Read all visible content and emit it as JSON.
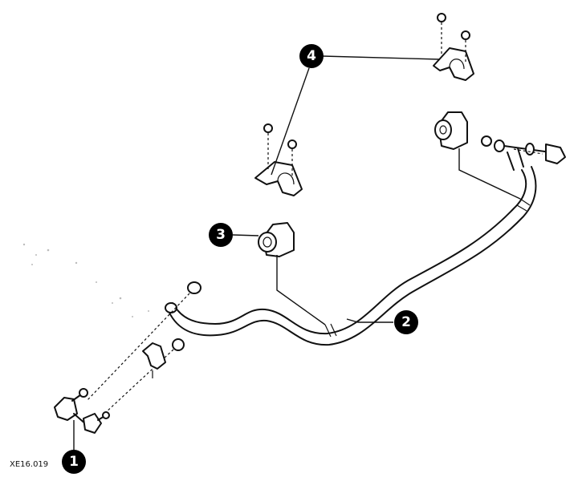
{
  "callouts": [
    {
      "id": "1",
      "label": "1"
    },
    {
      "id": "2",
      "label": "2"
    },
    {
      "id": "3",
      "label": "3"
    },
    {
      "id": "4",
      "label": "4"
    }
  ],
  "reference_code": "XE16.019",
  "colors": {
    "ink": "#111111",
    "callout_fill": "#000000",
    "callout_text": "#ffffff",
    "background": "#ffffff"
  }
}
